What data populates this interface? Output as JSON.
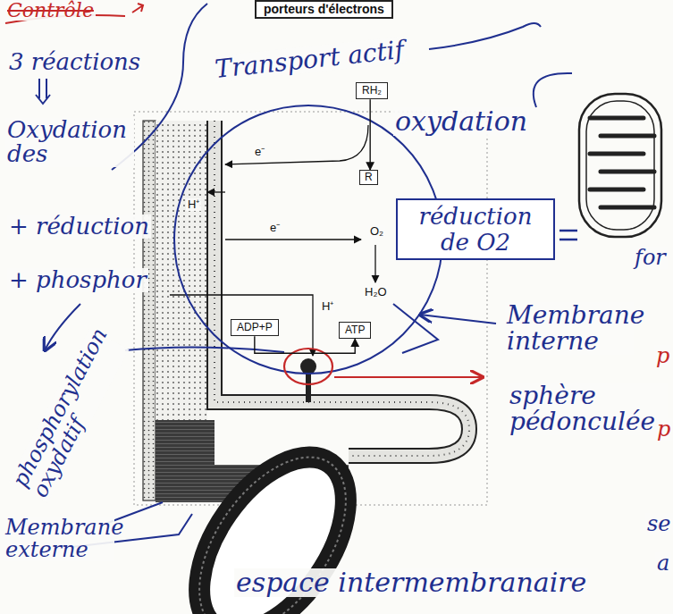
{
  "diagram": {
    "nodes": [
      {
        "text": [
          "porteurs d'électrons"
        ]
      },
      {
        "text": [
          "RH₂"
        ]
      },
      {
        "text": [
          "R"
        ]
      },
      {
        "text": [
          "réduction de O2"
        ]
      },
      {
        "text": [
          "ADP+P"
        ]
      },
      {
        "text": [
          "ATP"
        ]
      }
    ],
    "edges": [
      {
        "from": 1,
        "to": 2,
        "arrow": "to"
      },
      {
        "from": 4,
        "to": 5,
        "arrow": "to"
      }
    ],
    "labels": [
      "Contrôle",
      "3 réactions",
      "Transport actif",
      "oxydation",
      "Oxydation des",
      "+ réduction",
      "+ phosphor",
      "phosphorylation oxydatif",
      "e⁻",
      "e⁻",
      "H⁺",
      "H⁺",
      "O₂",
      "H₂O",
      "for",
      "Membrane interne",
      "sphère pédonculée",
      "Membrane externe",
      "espace intermembranaire",
      "p",
      "p",
      "se",
      "a"
    ]
  }
}
